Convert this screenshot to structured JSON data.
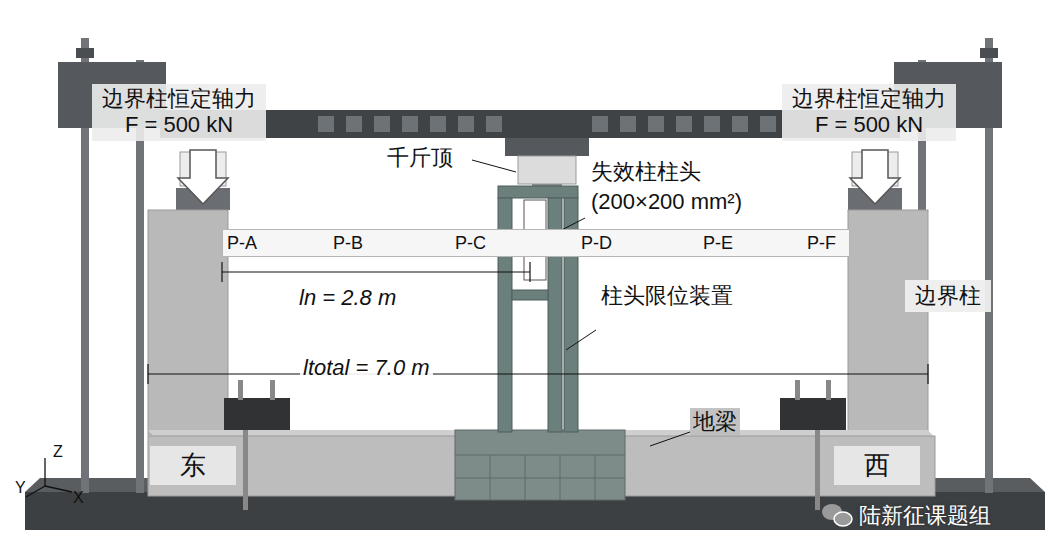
{
  "diagram": {
    "nodes": [
      {
        "text": [
          "边界柱恒定轴力",
          "F = 500 kN"
        ]
      },
      {
        "text": [
          "边界柱恒定轴力",
          "F = 500 kN"
        ]
      },
      {
        "text": [
          "P-A",
          "P-B",
          "P-C",
          "P-D",
          "P-E",
          "P-F"
        ]
      },
      {
        "text": [
          "边界柱"
        ]
      },
      {
        "text": [
          "东"
        ]
      },
      {
        "text": [
          "西"
        ]
      }
    ],
    "labels": [
      "千斤顶",
      "失效柱柱头 (200×200 mm²)",
      "ln = 2.8 m",
      "柱头限位装置",
      "ltotal = 7.0 m",
      "地梁",
      "Z",
      "Y",
      "X",
      "陆新征课题组"
    ]
  }
}
